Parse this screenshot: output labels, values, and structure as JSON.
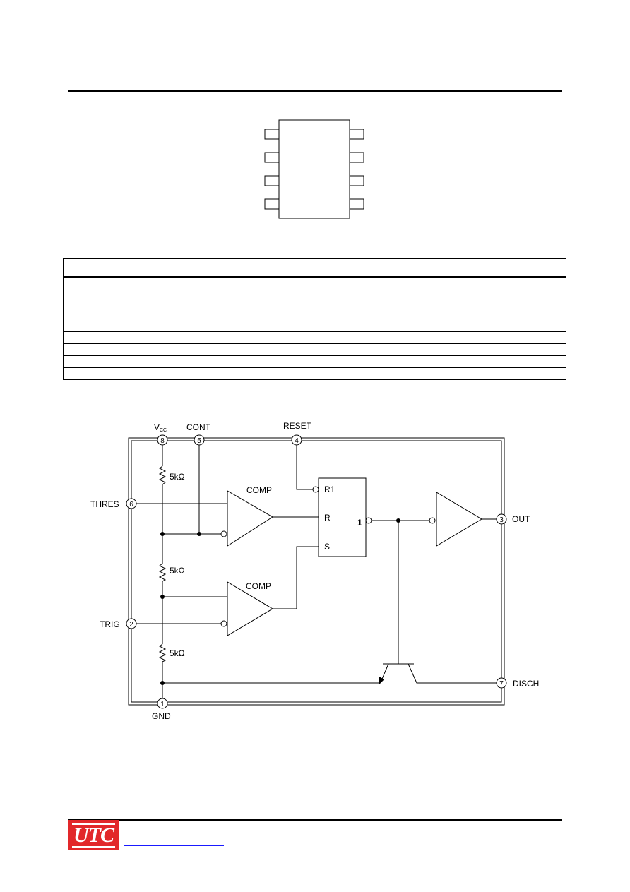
{
  "package": {
    "pins_per_side": 4
  },
  "pin_table": {
    "columns": [
      "",
      "",
      ""
    ],
    "rows": [
      [
        "",
        "",
        ""
      ],
      [
        "",
        "",
        ""
      ],
      [
        "",
        "",
        ""
      ],
      [
        "",
        "",
        ""
      ],
      [
        "",
        "",
        ""
      ],
      [
        "",
        "",
        ""
      ],
      [
        "",
        "",
        ""
      ],
      [
        "",
        "",
        ""
      ]
    ]
  },
  "block_diagram": {
    "pins": {
      "vcc_main": "V",
      "vcc_sub": "CC",
      "cont": "CONT",
      "reset": "RESET",
      "thres": "THRES",
      "trig": "TRIG",
      "out": "OUT",
      "disch": "DISCH",
      "gnd": "GND",
      "num_1": "1",
      "num_2": "2",
      "num_3": "3",
      "num_4": "4",
      "num_5": "5",
      "num_6": "6",
      "num_7": "7",
      "num_8": "8"
    },
    "resistors": [
      "5kΩ",
      "5kΩ",
      "5kΩ"
    ],
    "comparators": [
      "COMP",
      "COMP"
    ],
    "flipflop": {
      "r1": "R1",
      "r": "R",
      "s": "S",
      "q": "1"
    }
  },
  "footer": {
    "logo": "UTC"
  }
}
